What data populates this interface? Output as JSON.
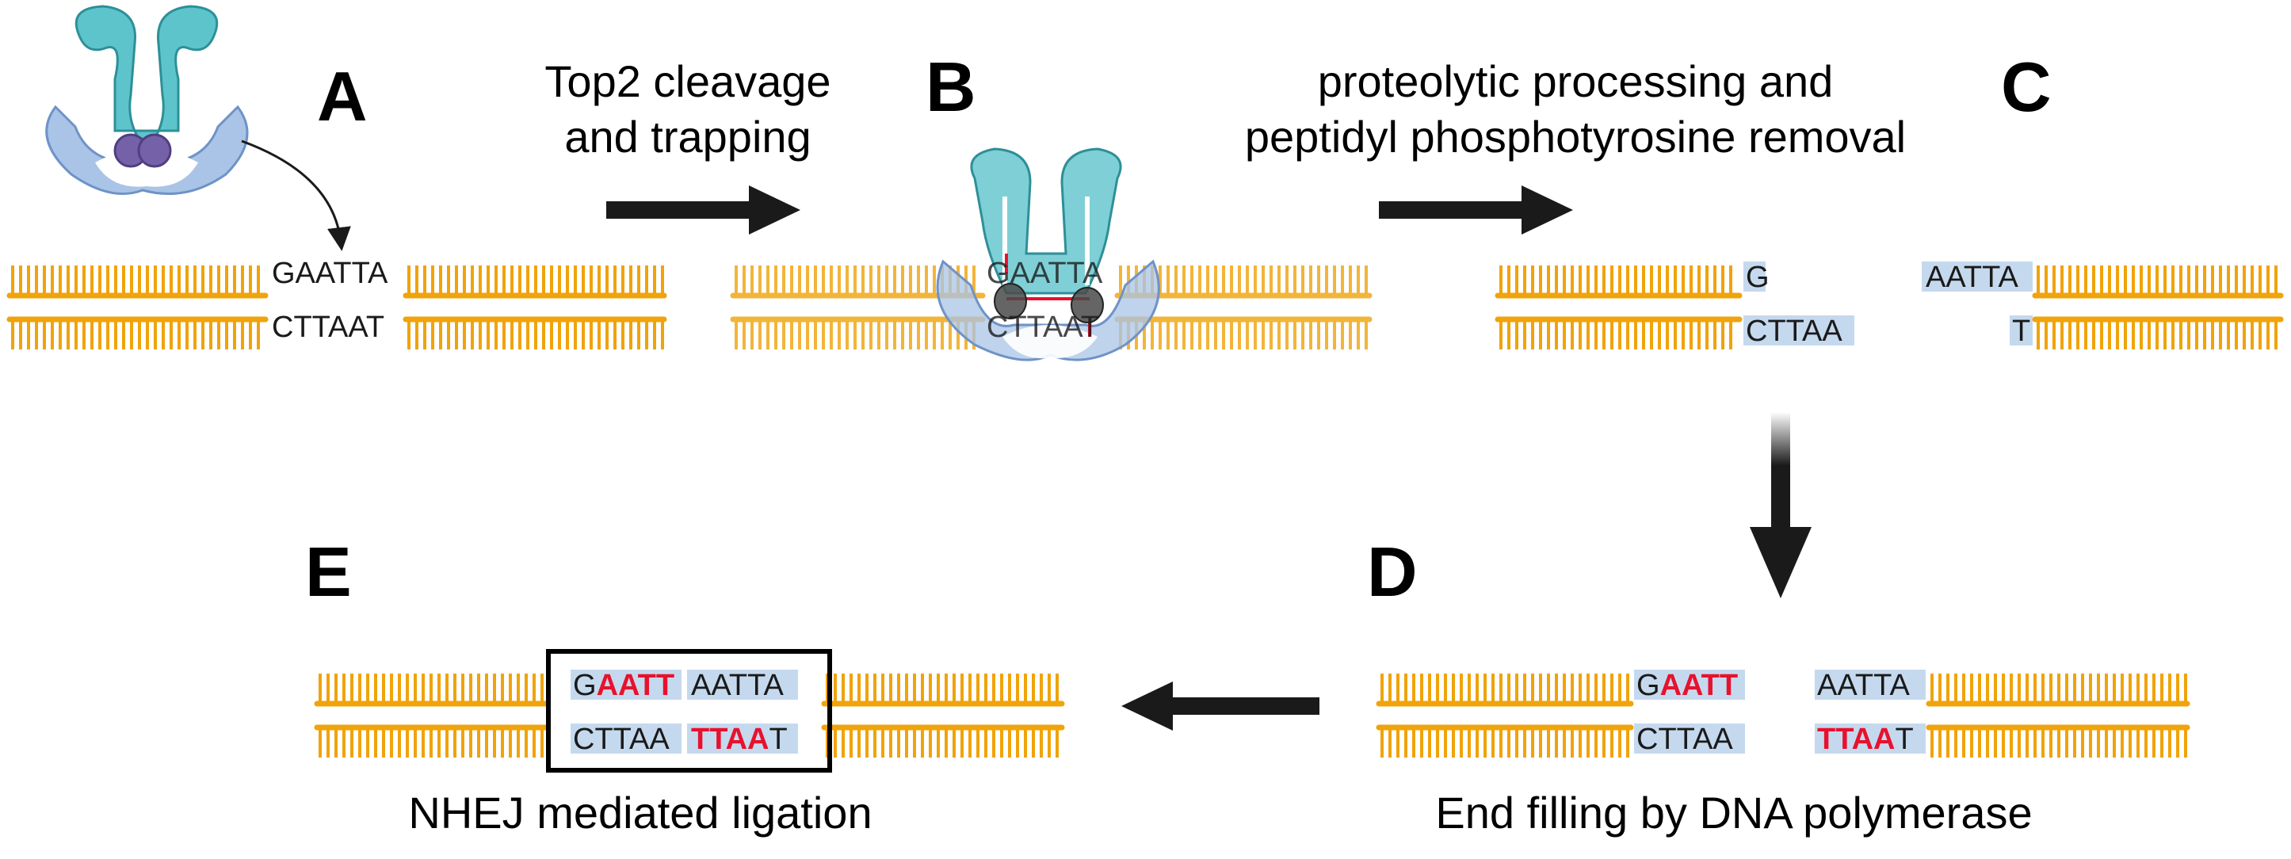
{
  "panels": {
    "a": {
      "letter": "A"
    },
    "b": {
      "letter": "B"
    },
    "c": {
      "letter": "C"
    },
    "d": {
      "letter": "D"
    },
    "e": {
      "letter": "E"
    }
  },
  "captions": {
    "a_to_b_line1": "Top2 cleavage",
    "a_to_b_line2": "and trapping",
    "b_to_c_line1": "proteolytic processing and",
    "b_to_c_line2": "peptidyl phosphotyrosine removal",
    "d": "End filling by DNA polymerase",
    "e": "NHEJ mediated ligation"
  },
  "sequences": {
    "a_top": "GAATTA",
    "a_bottom": "CTTAAT",
    "b_top": "GAATTA",
    "b_bottom": "CTTAAT",
    "c_left_top": "G",
    "c_left_bottom": "CTTAA",
    "c_right_top": "AATTA",
    "c_right_bottom": "T",
    "d_left_top_black": "G",
    "d_left_top_red": "AATT",
    "d_left_bottom": "CTTAA",
    "d_right_top": "AATTA",
    "d_right_bottom_red": "TTAA",
    "d_right_bottom_black": "T",
    "e_top_left_black": "G",
    "e_top_left_red": "AATT",
    "e_top_right": "AATTA",
    "e_bottom_left": "CTTAA",
    "e_bottom_right_red": "TTAA",
    "e_bottom_right_black": "T"
  },
  "colors": {
    "dna_strand": "#f0a30a",
    "sequence_highlight": "#c5d9ee",
    "filled_base_red": "#e8112d",
    "top2_teal": "#5ec4cc",
    "top2_blue": "#a9c4e6",
    "top2_core_purple": "#7561a8",
    "arrow": "#1a1a1a"
  },
  "icons": {
    "top2_enzyme": "topoisomerase-2-icon",
    "cleavage_pointer": "curved-arrow-icon"
  }
}
